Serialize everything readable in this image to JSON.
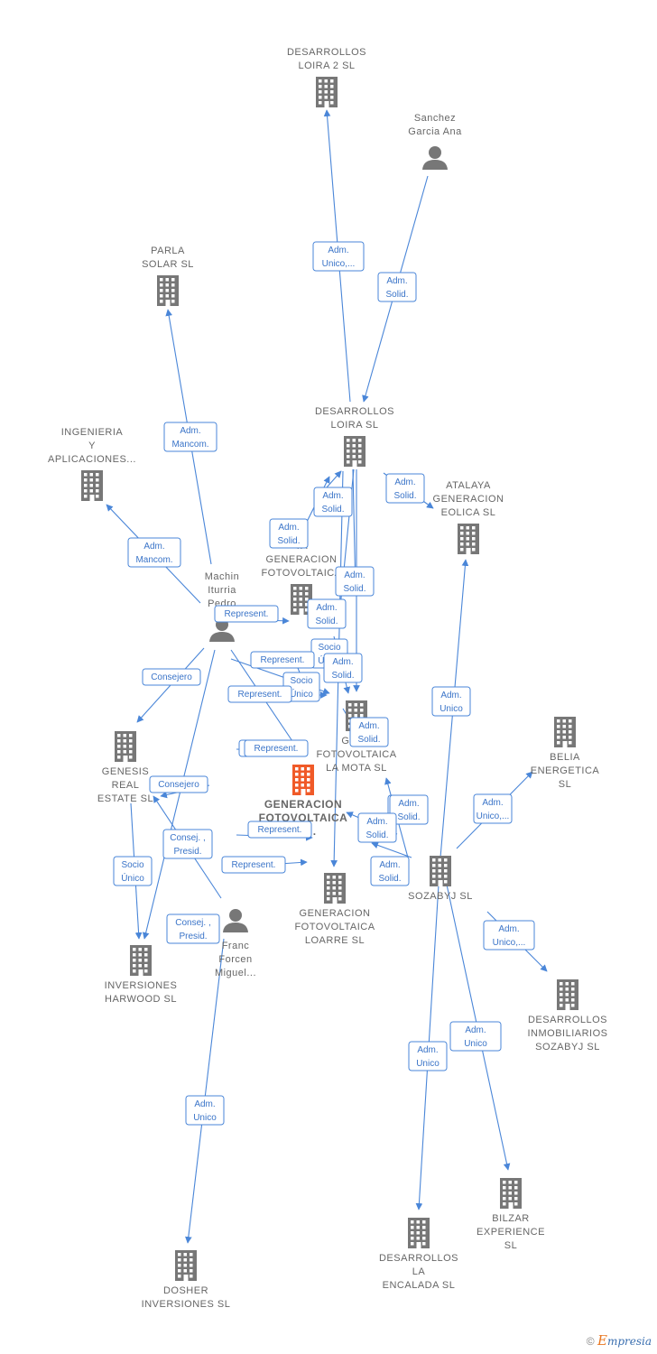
{
  "colors": {
    "edge": "#4a86d8",
    "company": "#777777",
    "focus_company": "#f05a28",
    "person": "#777777"
  },
  "nodes": [
    {
      "id": "dl2",
      "type": "company",
      "label": [
        "DESARROLLOS",
        "LOIRA 2  SL"
      ],
      "icon": "building-icon"
    },
    {
      "id": "sga",
      "type": "person",
      "label": [
        "Sanchez",
        "Garcia Ana"
      ],
      "icon": "person-icon"
    },
    {
      "id": "parla",
      "type": "company",
      "label": [
        "PARLA",
        "SOLAR SL"
      ],
      "icon": "building-icon"
    },
    {
      "id": "dloira",
      "type": "company",
      "label": [
        "DESARROLLOS",
        "LOIRA SL"
      ],
      "icon": "building-icon"
    },
    {
      "id": "ingenieria",
      "type": "company",
      "label": [
        "INGENIERIA",
        "Y",
        "APLICACIONES..."
      ],
      "icon": "building-icon"
    },
    {
      "id": "atalaya",
      "type": "company",
      "label": [
        "ATALAYA",
        "GENERACION",
        "EOLICA  SL"
      ],
      "icon": "building-icon"
    },
    {
      "id": "gfta",
      "type": "company",
      "label": [
        "TA",
        "GENERACION",
        "FOTOVOLTAICA"
      ],
      "icon": "building-icon"
    },
    {
      "id": "machin",
      "type": "person",
      "label": [
        "Machin",
        "Iturria",
        "Pedro"
      ],
      "icon": "person-icon"
    },
    {
      "id": "belia",
      "type": "company",
      "label": [
        "BELIA",
        "ENERGETICA",
        "SL"
      ],
      "icon": "building-icon"
    },
    {
      "id": "genesis",
      "type": "company",
      "label": [
        "GENESIS",
        "REAL",
        "ESTATE  SL"
      ],
      "icon": "building-icon"
    },
    {
      "id": "mota",
      "type": "company",
      "label": [
        "GENE",
        "FOTOVOLTAICA",
        "LA MOTA  SL"
      ],
      "icon": "building-icon"
    },
    {
      "id": "focus",
      "type": "company",
      "focus": true,
      "label": [
        "GENERACION",
        "FOTOVOLTAICA",
        "AS..."
      ],
      "icon": "building-icon"
    },
    {
      "id": "sozabyj",
      "type": "company",
      "label": [
        "SOZABYJ SL"
      ],
      "icon": "building-icon"
    },
    {
      "id": "loarre",
      "type": "company",
      "label": [
        "GENERACION",
        "FOTOVOLTAICA",
        "LOARRE  SL"
      ],
      "icon": "building-icon"
    },
    {
      "id": "franc",
      "type": "person",
      "label": [
        "Franc",
        "Forcen",
        "Miguel..."
      ],
      "icon": "person-icon"
    },
    {
      "id": "harwood",
      "type": "company",
      "label": [
        "INVERSIONES",
        "HARWOOD  SL"
      ],
      "icon": "building-icon"
    },
    {
      "id": "dis",
      "type": "company",
      "label": [
        "DESARROLLOS",
        "INMOBILIARIOS",
        "SOZABYJ  SL"
      ],
      "icon": "building-icon"
    },
    {
      "id": "bilzar",
      "type": "company",
      "label": [
        "BILZAR",
        "EXPERIENCE",
        "SL"
      ],
      "icon": "building-icon"
    },
    {
      "id": "encalada",
      "type": "company",
      "label": [
        "DESARROLLOS",
        "LA",
        "ENCALADA  SL"
      ],
      "icon": "building-icon"
    },
    {
      "id": "dosher",
      "type": "company",
      "label": [
        "DOSHER",
        "INVERSIONES SL"
      ],
      "icon": "building-icon"
    }
  ],
  "edges": [
    {
      "id": "e1",
      "label": [
        "Adm.",
        "Unico,..."
      ]
    },
    {
      "id": "e2",
      "label": [
        "Adm.",
        "Solid."
      ]
    },
    {
      "id": "e3",
      "label": [
        "Adm.",
        "Mancom."
      ]
    },
    {
      "id": "e4",
      "label": [
        "Adm.",
        "Mancom."
      ]
    },
    {
      "id": "e5",
      "label": [
        "Adm.",
        "Solid."
      ]
    },
    {
      "id": "e6",
      "label": [
        "Adm.",
        "Solid."
      ]
    },
    {
      "id": "e7",
      "label": [
        "Adm.",
        "Solid."
      ]
    },
    {
      "id": "e8",
      "label": [
        "Adm.",
        "Solid."
      ]
    },
    {
      "id": "e9",
      "label": [
        "Adm.",
        "Solid."
      ]
    },
    {
      "id": "e10",
      "label": [
        "Represent."
      ]
    },
    {
      "id": "e11",
      "label": [
        "Socio",
        "Único"
      ]
    },
    {
      "id": "e12",
      "label": [
        "Adm.",
        "Solid."
      ]
    },
    {
      "id": "e13",
      "label": [
        "Represent."
      ]
    },
    {
      "id": "e14",
      "label": [
        "Socio",
        "Único"
      ]
    },
    {
      "id": "e15",
      "label": [
        "Consejero"
      ]
    },
    {
      "id": "e16",
      "label": [
        "Represent."
      ]
    },
    {
      "id": "e17",
      "label": [
        "Adm.",
        "Solid."
      ]
    },
    {
      "id": "e18",
      "label": [
        "Represent."
      ]
    },
    {
      "id": "e19",
      "label": [
        "Represent."
      ]
    },
    {
      "id": "e20",
      "label": [
        "Adm.",
        "Solid."
      ]
    },
    {
      "id": "e21",
      "label": [
        "Consejero"
      ]
    },
    {
      "id": "e22",
      "label": [
        "Adm.",
        "Unico"
      ]
    },
    {
      "id": "e23",
      "label": [
        "Adm.",
        "Solid."
      ]
    },
    {
      "id": "e24",
      "label": [
        "Adm.",
        "Solid."
      ]
    },
    {
      "id": "e25",
      "label": [
        "Consej. ,",
        "Presid."
      ]
    },
    {
      "id": "e26",
      "label": [
        "Represent."
      ]
    },
    {
      "id": "e27",
      "label": [
        "Adm.",
        "Solid."
      ]
    },
    {
      "id": "e28",
      "label": [
        "Socio",
        "Único"
      ]
    },
    {
      "id": "e29",
      "label": [
        "Represent."
      ]
    },
    {
      "id": "e30",
      "label": [
        "Consej. ,",
        "Presid."
      ]
    },
    {
      "id": "e31",
      "label": [
        "Adm.",
        "Unico,..."
      ]
    },
    {
      "id": "e32",
      "label": [
        "Adm.",
        "Unico,..."
      ]
    },
    {
      "id": "e33",
      "label": [
        "Adm.",
        "Unico"
      ]
    },
    {
      "id": "e34",
      "label": [
        "Adm.",
        "Unico"
      ]
    }
  ],
  "footer": {
    "copyright": "©",
    "brand_first": "E",
    "brand_rest": "mpresia"
  }
}
